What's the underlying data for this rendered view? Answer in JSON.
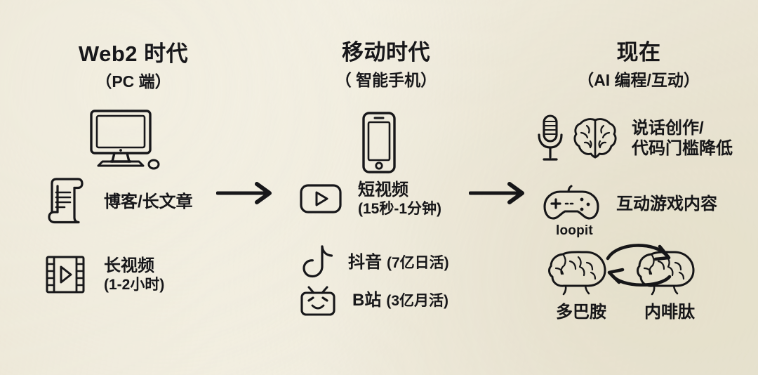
{
  "canvas": {
    "background_color": "#f4f1e6",
    "ink_color": "#17171a"
  },
  "columns": [
    {
      "id": "web2",
      "title": "Web2 时代",
      "subtitle": "（PC 端）",
      "hero_icon": "desktop-monitor-icon",
      "items": [
        {
          "icon": "scroll-document-icon",
          "label": "博客/长文章",
          "detail": ""
        },
        {
          "icon": "film-video-icon",
          "label": "长视频",
          "detail": "(1-2小时)"
        }
      ]
    },
    {
      "id": "mobile",
      "title": "移动时代",
      "subtitle": "（ 智能手机）",
      "hero_icon": "smartphone-icon",
      "items": [
        {
          "icon": "youtube-play-icon",
          "label": "短视频",
          "detail": "(15秒-1分钟)"
        },
        {
          "icon": "tiktok-note-icon",
          "label": "抖音",
          "detail": "(7亿日活)"
        },
        {
          "icon": "bilibili-tv-icon",
          "label": "B站",
          "detail": "(3亿月活)"
        }
      ]
    },
    {
      "id": "now",
      "title": "现在",
      "subtitle": "（AI 编程/互动）",
      "hero_icon": "",
      "items": [
        {
          "icon": "microphone-brain-icon",
          "label": "说话创作/",
          "detail": "代码门槛降低"
        },
        {
          "icon": "gamepad-icon",
          "label": "互动游戏内容",
          "detail": "",
          "caption": "loopit"
        }
      ],
      "brain_loop": {
        "left_label": "多巴胺",
        "right_label": "内啡肽",
        "arrows": "bidirectional-cycle"
      }
    }
  ],
  "connectors": [
    {
      "name": "arrow-web2-to-mobile",
      "direction": "right"
    },
    {
      "name": "arrow-mobile-to-now",
      "direction": "right"
    }
  ]
}
